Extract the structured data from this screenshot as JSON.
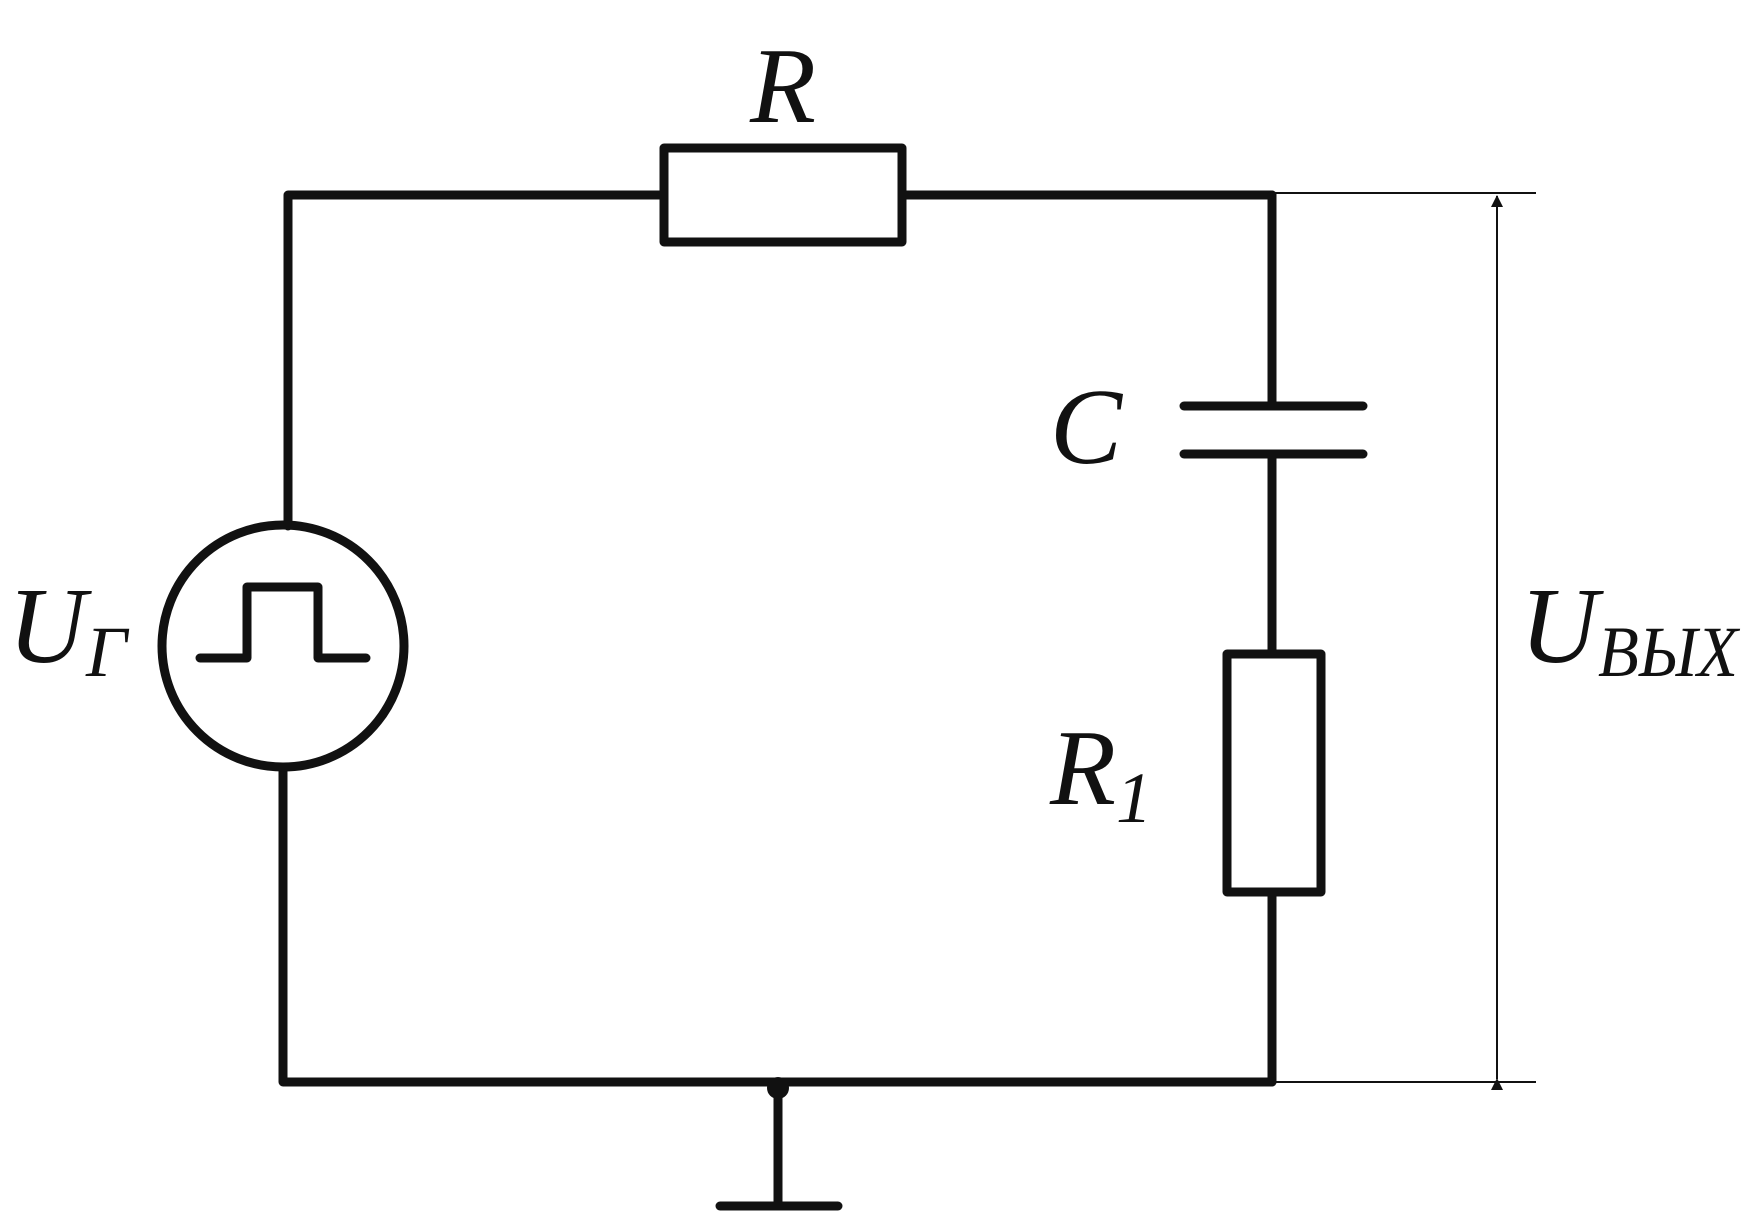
{
  "labels": {
    "resistor_top": "R",
    "capacitor": "C",
    "resistor_right": "R",
    "resistor_right_sub": "1",
    "source": "U",
    "source_sub": "Г",
    "output": "U",
    "output_sub": "ВЫХ"
  },
  "colors": {
    "line": "#111111",
    "background": "#ffffff"
  },
  "components": [
    {
      "kind": "resistor",
      "label": "R"
    },
    {
      "kind": "capacitor",
      "label": "C"
    },
    {
      "kind": "resistor",
      "label": "R1"
    },
    {
      "kind": "pulse-voltage-source",
      "label": "UГ",
      "icon": "square-pulse-icon"
    },
    {
      "kind": "ground",
      "icon": "ground-icon"
    },
    {
      "kind": "voltage-arrow",
      "label": "UВЫХ",
      "icon": "double-arrow-icon"
    }
  ]
}
